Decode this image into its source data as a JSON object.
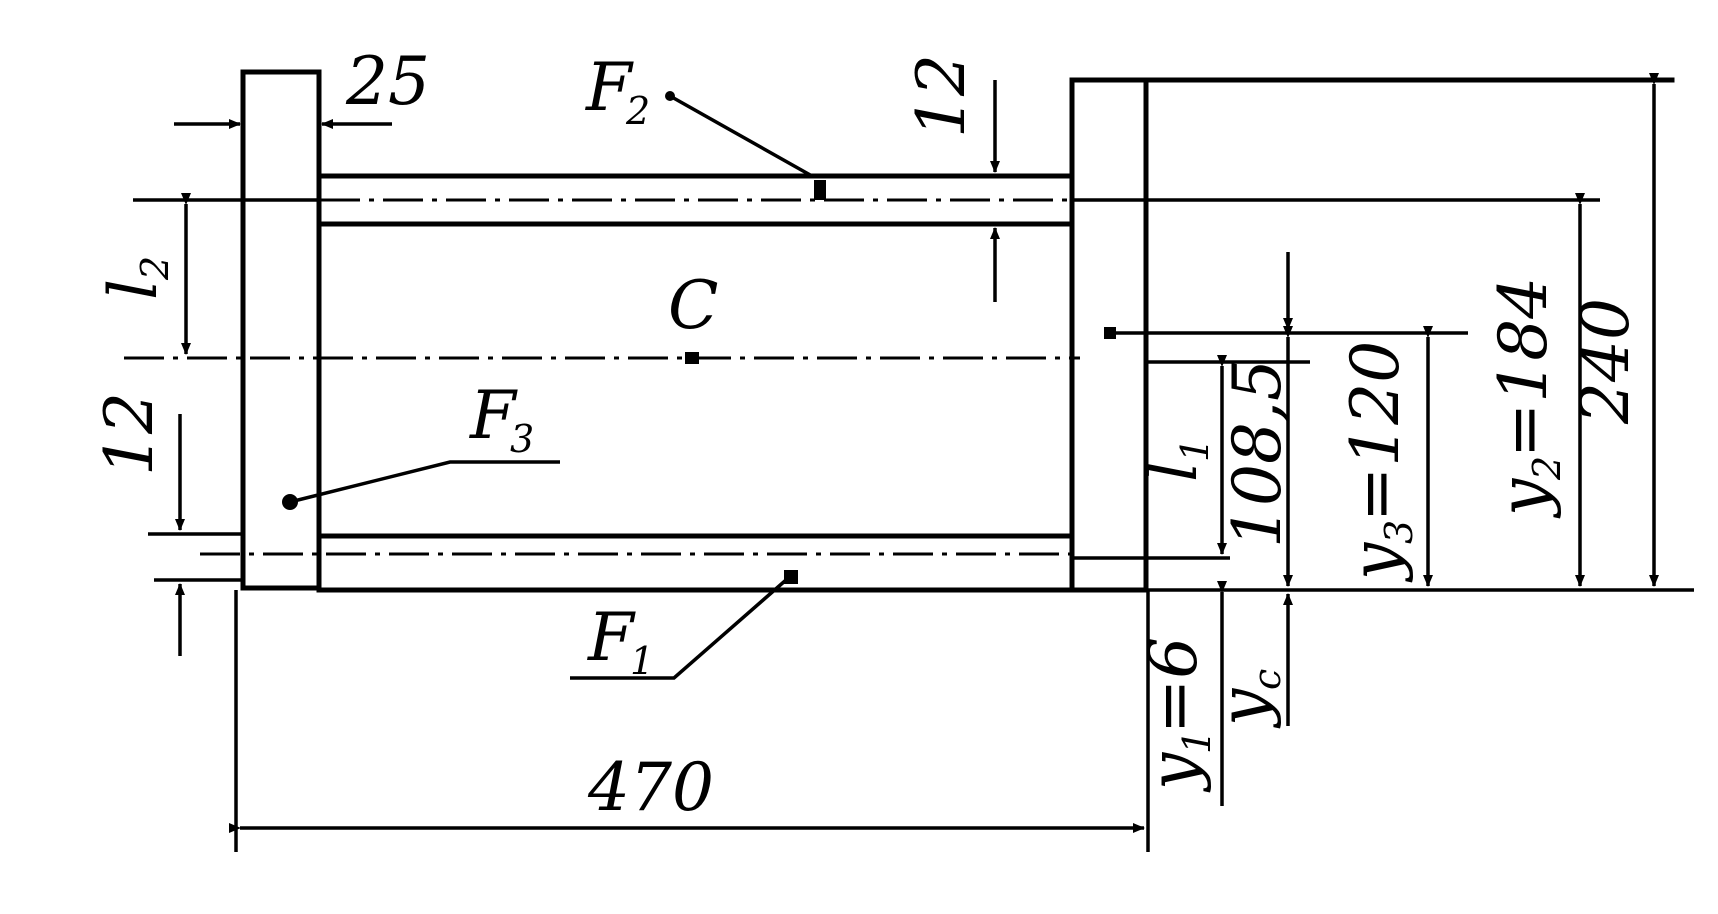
{
  "labels": {
    "width_470": "470",
    "flange_thickness_25": "25",
    "plate_thickness_top": "12",
    "plate_thickness_bottom": "12",
    "area_f1": "F",
    "area_f1_sub": "1",
    "area_f2": "F",
    "area_f2_sub": "2",
    "area_f3": "F",
    "area_f3_sub": "3",
    "centroid": "C",
    "dist_l1": "l",
    "dist_l1_sub": "1",
    "dist_l2": "l",
    "dist_l2_sub": "2",
    "y1_main": "y",
    "y1_sub": "1",
    "y1_value": "=6",
    "yc_main": "y",
    "yc_sub": "c",
    "dist_108_5": "108,5",
    "y3_main": "y",
    "y3_sub": "3",
    "y3_value": "=120",
    "y2_main": "y",
    "y2_sub": "2",
    "y2_value": "=184",
    "height_240": "240"
  }
}
